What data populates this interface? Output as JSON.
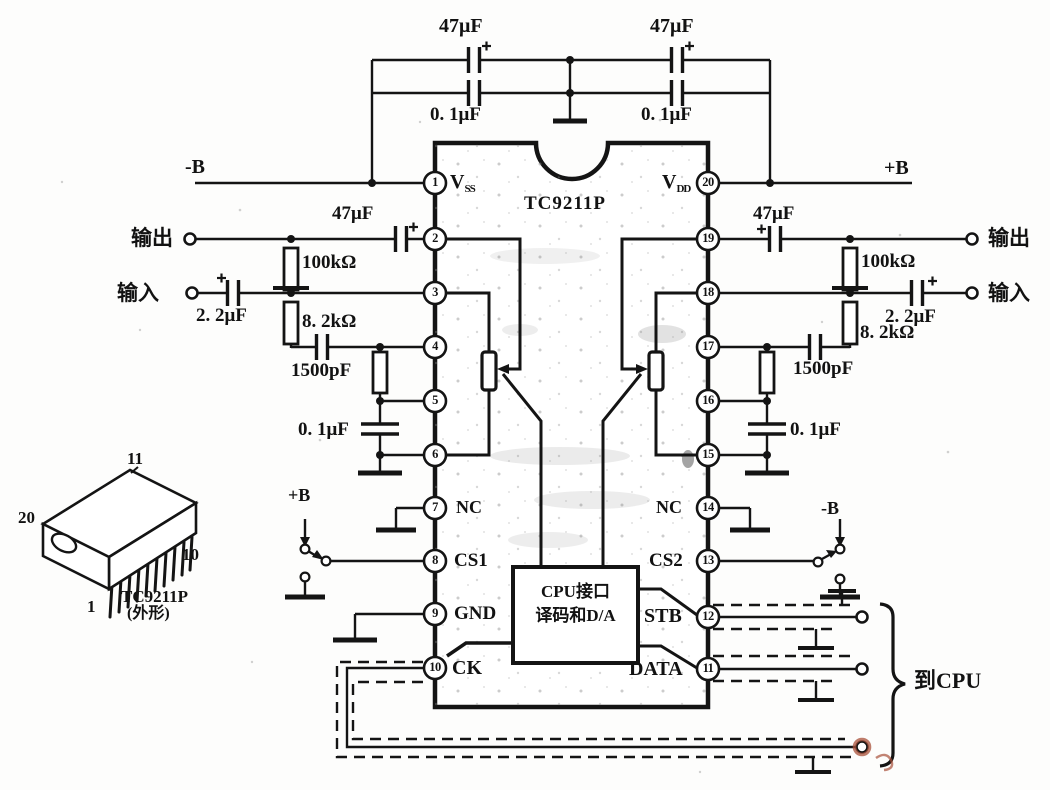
{
  "ic": {
    "name": "TC9211P",
    "vss_base": "V",
    "vss_sub": "SS",
    "vdd_base": "V",
    "vdd_sub": "DD",
    "nc_left": "NC",
    "nc_right": "NC",
    "cs1": "CS1",
    "cs2": "CS2",
    "gnd": "GND",
    "ck": "CK",
    "stb": "STB",
    "data": "DATA",
    "pin_numbers_left": [
      "1",
      "2",
      "3",
      "4",
      "5",
      "6",
      "7",
      "8",
      "9",
      "10"
    ],
    "pin_numbers_right": [
      "20",
      "19",
      "18",
      "17",
      "16",
      "15",
      "14",
      "13",
      "12",
      "11"
    ]
  },
  "top_network": {
    "cap_left_47": "47μF",
    "cap_right_47": "47μF",
    "cap_left_01": "0. 1μF",
    "cap_right_01": "0. 1μF"
  },
  "power": {
    "neg_rail": "-B",
    "pos_rail": "+B",
    "cs1_select": "+B",
    "cs2_select": "-B"
  },
  "left_channel": {
    "output_label": "输出",
    "input_label": "输入",
    "cap_output": "47μF",
    "res_feedback": "100kΩ",
    "cap_input": "2. 2μF",
    "res_input": "8. 2kΩ",
    "cap_hf": "1500pF",
    "cap_decouple": "0. 1μF"
  },
  "right_channel": {
    "output_label": "输出",
    "input_label": "输入",
    "cap_output": "47μF",
    "res_feedback": "100kΩ",
    "cap_input": "2. 2μF",
    "res_input": "8. 2kΩ",
    "cap_hf": "1500pF",
    "cap_decouple": "0. 1μF"
  },
  "cpu_interface": {
    "box_line1": "CPU接口",
    "box_line2": "译码和D/A",
    "to_cpu": "到CPU"
  },
  "package_view": {
    "name": "TC9211P",
    "caption": "(外形)",
    "pin_top": "11",
    "pin_left": "20",
    "pin_right": "10",
    "pin_bottom": "1"
  }
}
